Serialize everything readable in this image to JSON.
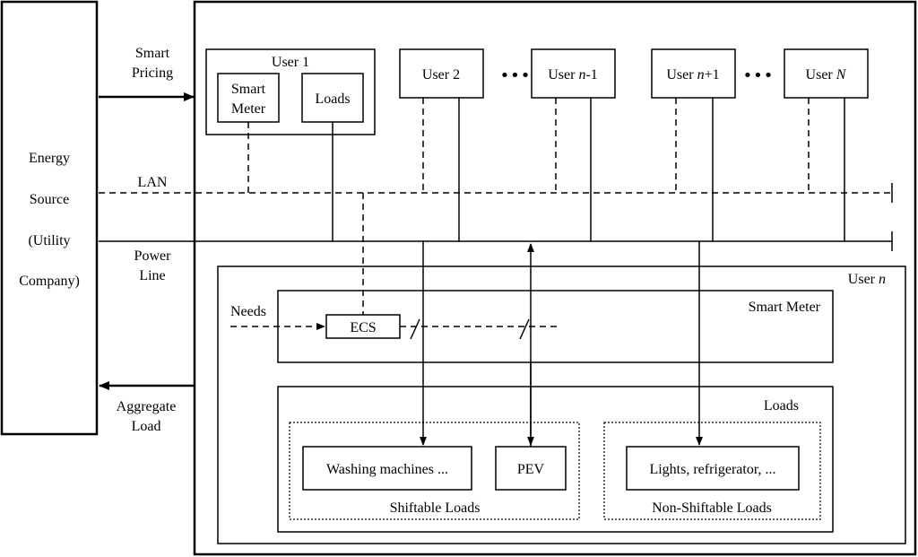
{
  "energy_source": {
    "line1": "Energy",
    "line2": "Source",
    "line3": "(Utility",
    "line4": "Company)"
  },
  "labels": {
    "smart_pricing_1": "Smart",
    "smart_pricing_2": "Pricing",
    "lan": "LAN",
    "power_line_1": "Power",
    "power_line_2": "Line",
    "aggregate_load_1": "Aggregate",
    "aggregate_load_2": "Load",
    "needs": "Needs",
    "ellipsis": "•••"
  },
  "users": {
    "user1": {
      "title": "User 1",
      "smart_meter_1": "Smart",
      "smart_meter_2": "Meter",
      "loads": "Loads"
    },
    "user2": {
      "prefix": "User 2",
      "italic": "",
      "suffix": ""
    },
    "user_n_minus_1": {
      "prefix": "User ",
      "italic": "n",
      "suffix": "-1"
    },
    "user_n_plus_1": {
      "prefix": "User ",
      "italic": "n",
      "suffix": "+1"
    },
    "user_N": {
      "prefix": "User ",
      "italic": "N",
      "suffix": ""
    }
  },
  "user_n": {
    "title_prefix": "User ",
    "title_italic": "n",
    "smart_meter": "Smart Meter",
    "ecs": "ECS",
    "loads": "Loads",
    "washing_machines": "Washing machines ...",
    "pev": "PEV",
    "lights": "Lights, refrigerator, ...",
    "shiftable": "Shiftable Loads",
    "non_shiftable": "Non-Shiftable Loads"
  }
}
